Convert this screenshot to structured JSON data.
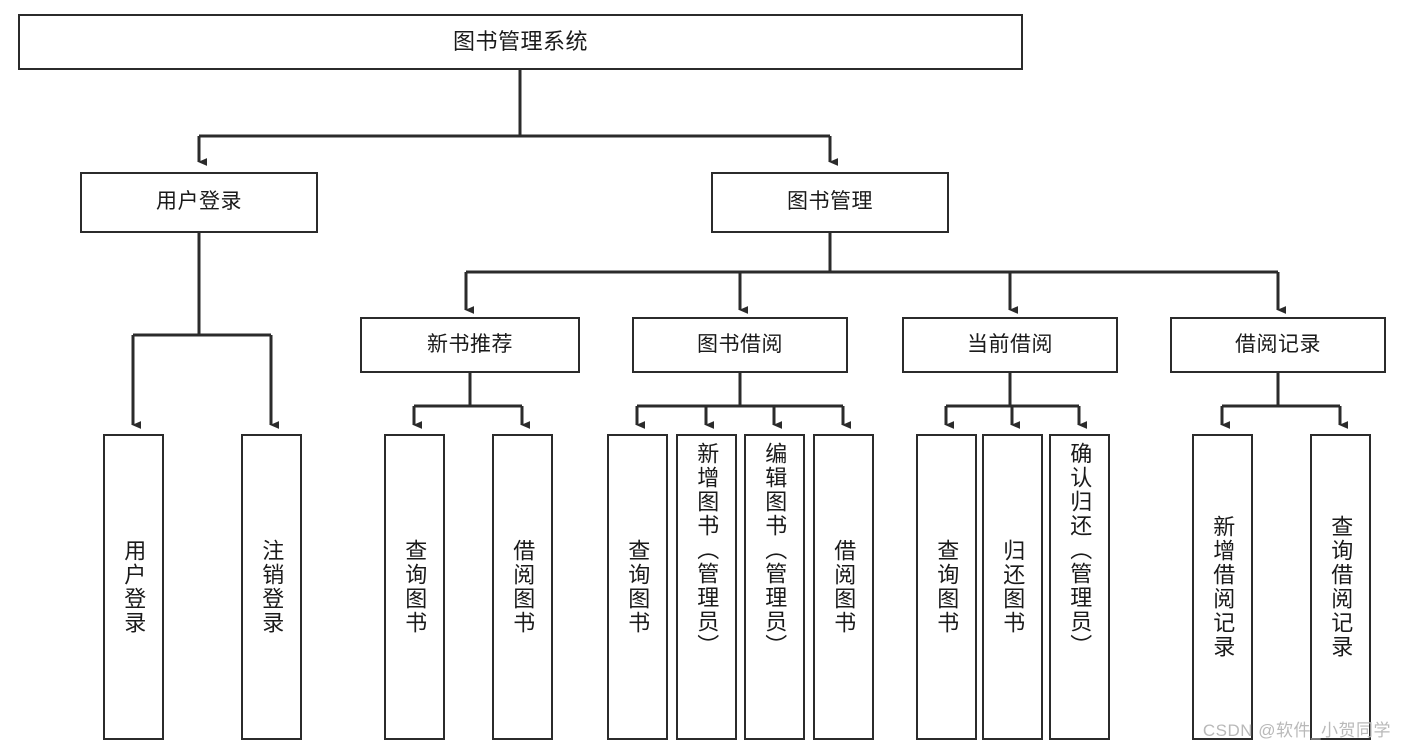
{
  "diagram": {
    "title": "图书管理系统",
    "type": "tree",
    "stroke_color": "#2b2b2b",
    "fill_color": "#ffffff",
    "text_color": "#1a1a1a"
  },
  "nodes": {
    "root": {
      "label": "图书管理系统"
    },
    "level1": [
      {
        "label": "用户登录"
      },
      {
        "label": "图书管理"
      }
    ],
    "level2": [
      {
        "label": "新书推荐"
      },
      {
        "label": "图书借阅"
      },
      {
        "label": "当前借阅"
      },
      {
        "label": "借阅记录"
      }
    ],
    "leaves": {
      "user_login": [
        {
          "label": "用户登录"
        },
        {
          "label": "注销登录"
        }
      ],
      "new_book_recommend": [
        {
          "label": "查询图书"
        },
        {
          "label": "借阅图书"
        }
      ],
      "book_borrow": [
        {
          "label": "查询图书"
        },
        {
          "label": "新增图书（管理员）"
        },
        {
          "label": "编辑图书（管理员）"
        },
        {
          "label": "借阅图书"
        }
      ],
      "current_borrow": [
        {
          "label": "查询图书"
        },
        {
          "label": "归还图书"
        },
        {
          "label": "确认归还（管理员）"
        }
      ],
      "borrow_record": [
        {
          "label": "新增借阅记录"
        },
        {
          "label": "查询借阅记录"
        }
      ]
    }
  },
  "watermark": {
    "text": "CSDN @软件_小贺同学"
  }
}
